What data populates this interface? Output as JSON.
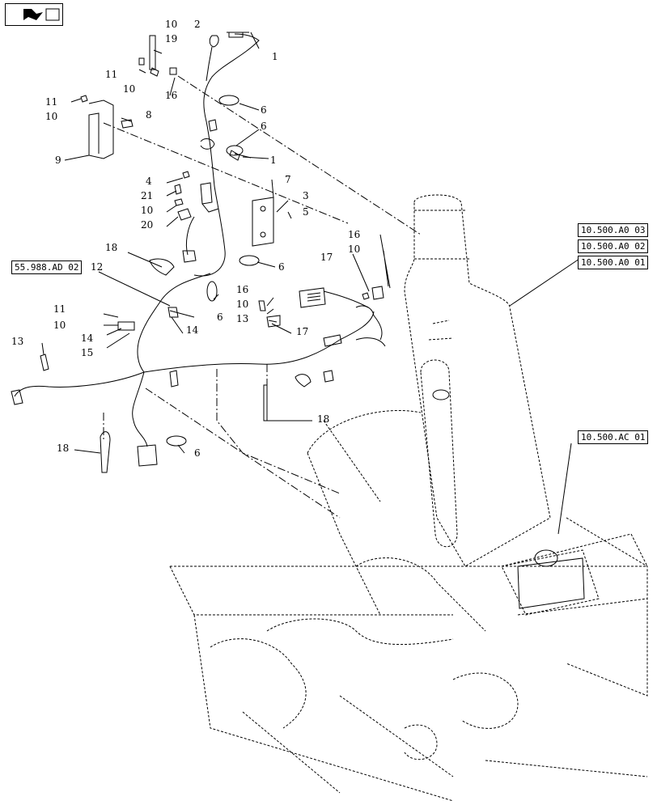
{
  "nav": {
    "icon": "back-arrow-icon"
  },
  "references": {
    "ref_55988": "55.988.AD 02",
    "ref_a03": "10.500.A0 03",
    "ref_a02": "10.500.A0 02",
    "ref_a01": "10.500.A0 01",
    "ref_ac01": "10.500.AC 01"
  },
  "callouts": {
    "c_10a": "10",
    "c_19": "19",
    "c_11a": "11",
    "c_10b": "10",
    "c_16a": "16",
    "c_2": "2",
    "c_1a": "1",
    "c_11b": "11",
    "c_10c": "10",
    "c_8": "8",
    "c_6a": "6",
    "c_6b": "6",
    "c_9": "9",
    "c_1b": "1",
    "c_4": "4",
    "c_21": "21",
    "c_10d": "10",
    "c_20": "20",
    "c_7": "7",
    "c_3": "3",
    "c_5": "5",
    "c_18a": "18",
    "c_12": "12",
    "c_6c": "6",
    "c_16b": "16",
    "c_10e": "10",
    "c_17a": "17",
    "c_11c": "11",
    "c_10f": "10",
    "c_14a": "14",
    "c_15": "15",
    "c_14b": "14",
    "c_6d": "6",
    "c_16c": "16",
    "c_10g": "10",
    "c_13a": "13",
    "c_17b": "17",
    "c_13b": "13",
    "c_18b": "18",
    "c_18c": "18",
    "c_6e": "6"
  }
}
